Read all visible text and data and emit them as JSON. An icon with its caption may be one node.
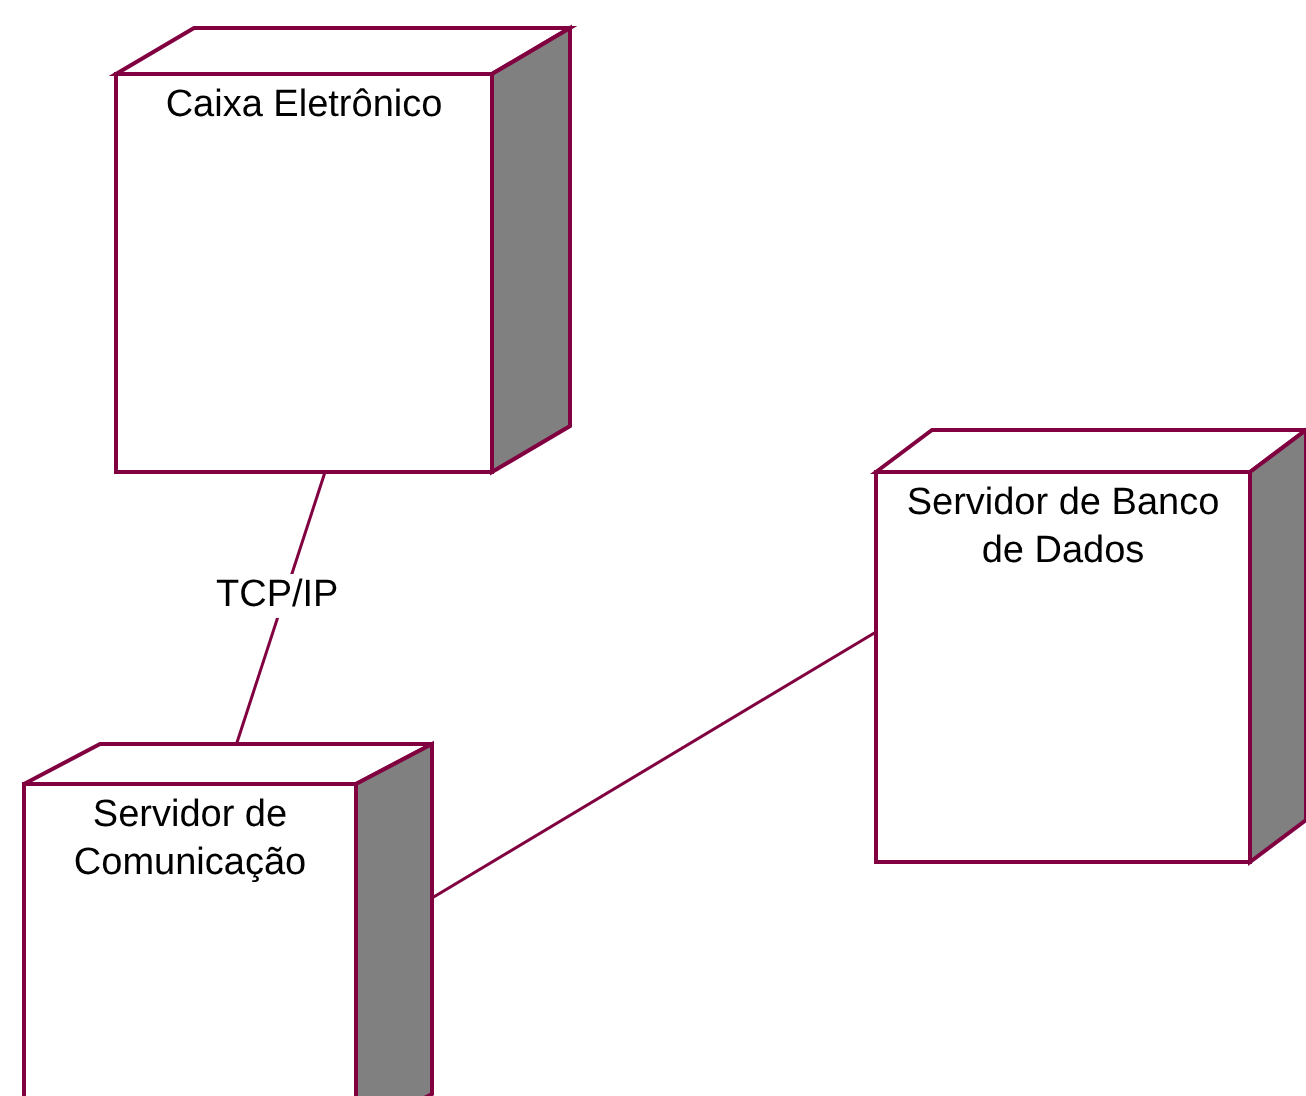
{
  "diagram": {
    "nodes": [
      {
        "text": [
          "Caixa Eletrônico"
        ]
      },
      {
        "text": [
          "Servidor de Comunicação"
        ]
      },
      {
        "text": [
          "Servidor de Banco de Dados"
        ]
      }
    ],
    "edges": [
      {
        "from": 0,
        "to": 1,
        "arrow": "none",
        "label": "TCP/IP"
      },
      {
        "from": 1,
        "to": 2,
        "arrow": "none"
      }
    ]
  }
}
